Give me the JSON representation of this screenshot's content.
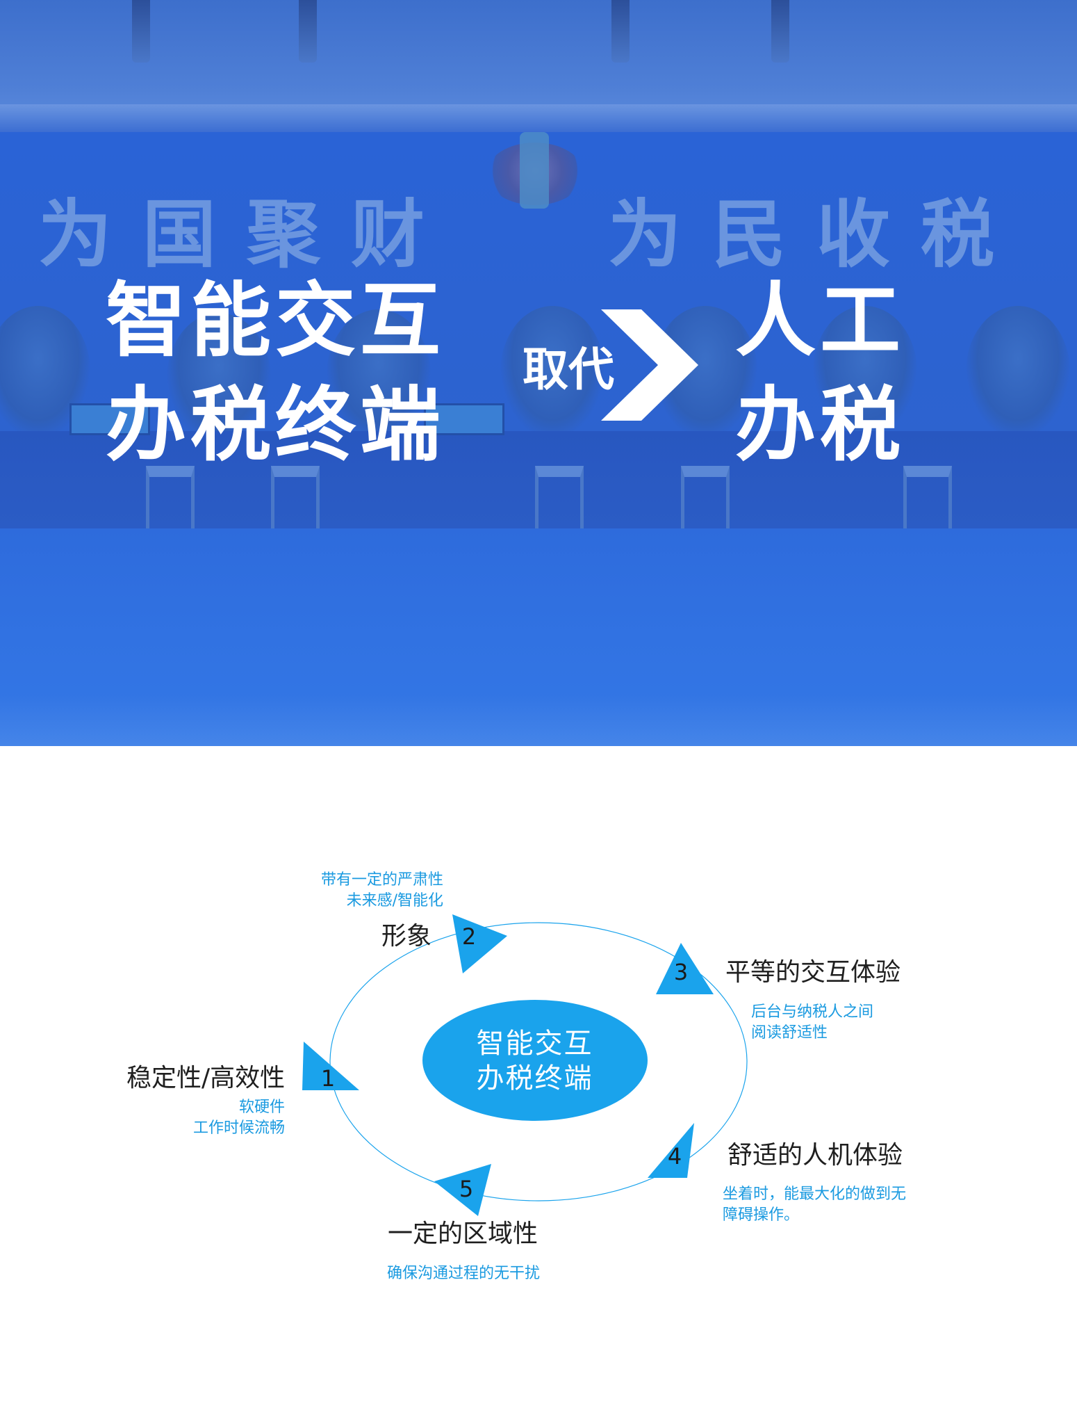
{
  "hero": {
    "background_slogan": [
      "为国聚财",
      "为民收税"
    ],
    "left_title": [
      "智能交互",
      "办税终端"
    ],
    "replace_label": "取代",
    "right_title": [
      "人工",
      "办税"
    ],
    "chevron_icon": "chevron-right-icon",
    "accent_color": "#2b66d8"
  },
  "diagram": {
    "center": [
      "智能交互",
      "办税终端"
    ],
    "accent_color": "#1aa3ec",
    "steps": [
      {
        "number": "1",
        "title": "稳定性/高效性",
        "notes": [
          "软硬件",
          "工作时候流畅"
        ]
      },
      {
        "number": "2",
        "title": "形象",
        "notes": [
          "带有一定的严肃性",
          "未来感/智能化"
        ]
      },
      {
        "number": "3",
        "title": "平等的交互体验",
        "notes": [
          "后台与纳税人之间",
          "阅读舒适性"
        ]
      },
      {
        "number": "4",
        "title": "舒适的人机体验",
        "notes": [
          "坐着时，能最大化的做到无",
          "障碍操作。"
        ]
      },
      {
        "number": "5",
        "title": "一定的区域性",
        "notes": [
          "确保沟通过程的无干扰"
        ]
      }
    ]
  }
}
